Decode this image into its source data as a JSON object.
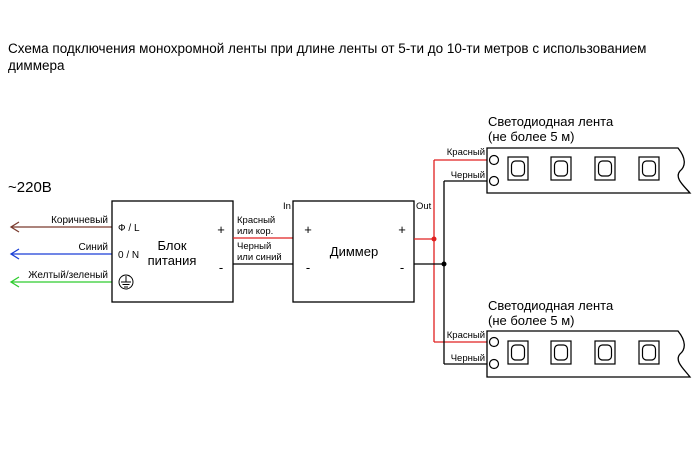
{
  "title": "Схема подключения монохромной ленты при длине ленты от 5-ти до 10-ти метров с использованием диммера",
  "mains": {
    "voltage_label": "~220В",
    "wires": [
      {
        "label": "Коричневый",
        "color": "#7a3b2e"
      },
      {
        "label": "Синий",
        "color": "#1a3fd6"
      },
      {
        "label": "Желтый/зеленый",
        "color": "#2ecc2e"
      }
    ]
  },
  "psu": {
    "label_line1": "Блок",
    "label_line2": "питания",
    "terminal_l": "Ф / L",
    "terminal_n": "0 / N",
    "plus": "+",
    "minus": "-",
    "out_plus_line1": "Красный",
    "out_plus_line2": "или кор.",
    "out_minus_line1": "Черный",
    "out_minus_line2": "или синий"
  },
  "dimmer": {
    "label": "Диммер",
    "in_label": "In",
    "out_label": "Out",
    "plus": "+",
    "minus": "-"
  },
  "strips": [
    {
      "title_line1": "Светодиодная лента",
      "title_line2": "(не более 5 м)",
      "red_label": "Красный",
      "black_label": "Черный"
    },
    {
      "title_line1": "Светодиодная лента",
      "title_line2": "(не более 5 м)",
      "red_label": "Красный",
      "black_label": "Черный"
    }
  ],
  "colors": {
    "red_wire": "#e02020",
    "black_wire": "#000000"
  }
}
